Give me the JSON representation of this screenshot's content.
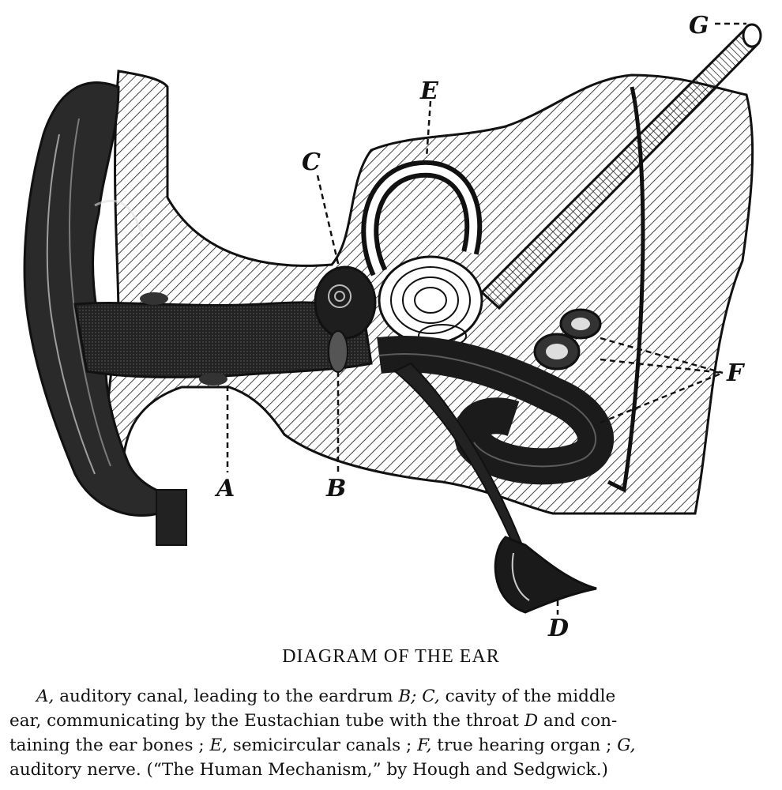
{
  "figure": {
    "labels": {
      "A": "A",
      "B": "B",
      "C": "C",
      "D": "D",
      "E": "E",
      "F": "F",
      "G": "G"
    }
  },
  "caption": {
    "title": "DIAGRAM OF THE EAR",
    "lines": [
      [
        {
          "t": "A,",
          "i": true
        },
        {
          "t": " auditory canal, leading to the eardrum "
        },
        {
          "t": "B;",
          "i": true
        },
        {
          "t": " "
        },
        {
          "t": "C,",
          "i": true
        },
        {
          "t": " cavity of the middle"
        }
      ],
      [
        {
          "t": "ear, communicating by the Eustachian tube with the throat "
        },
        {
          "t": "D",
          "i": true
        },
        {
          "t": " and con-"
        }
      ],
      [
        {
          "t": "taining the ear bones ; "
        },
        {
          "t": "E,",
          "i": true
        },
        {
          "t": " semicircular canals ; "
        },
        {
          "t": "F,",
          "i": true
        },
        {
          "t": " true hearing organ ; "
        },
        {
          "t": "G,",
          "i": true
        }
      ],
      [
        {
          "t": "auditory nerve.  (“The Human Mechanism,” by Hough and Sedgwick.)"
        }
      ]
    ]
  }
}
